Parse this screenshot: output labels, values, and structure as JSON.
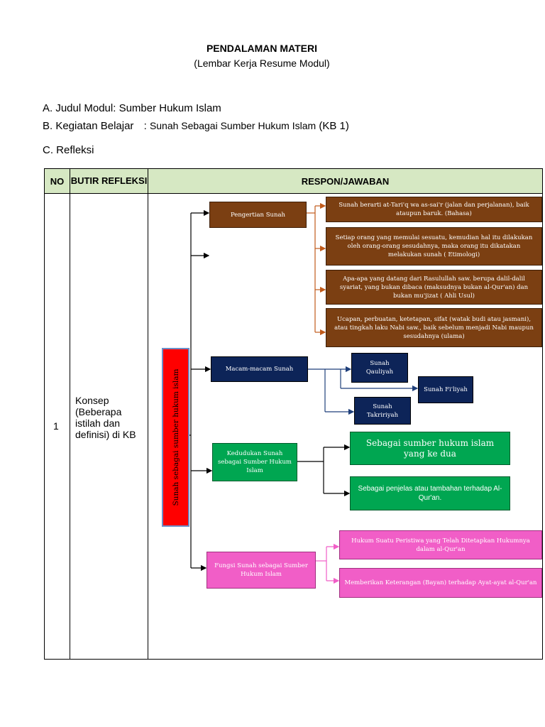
{
  "header": {
    "title": "PENDALAMAN MATERI",
    "subtitle": "(Lembar Kerja Resume Modul)"
  },
  "info": {
    "a_prefix": "A. Judul Modul",
    "a_value": ": Sumber Hukum Islam",
    "b_prefix": "B. Kegiatan Belajar",
    "b_colon": ":",
    "b_value": "Sunah Sebagai Sumber Hukum Islam",
    "b_kb": "(KB 1)",
    "c_label": "C. Refleksi"
  },
  "table": {
    "col_no": "NO",
    "col_butir": "BUTIR REFLEKSI",
    "col_respon": "RESPON/JAWABAN",
    "row_no": "1",
    "row_butir": "Konsep (Beberapa istilah dan definisi) di KB"
  },
  "diagram": {
    "root": "Sunah sebagai sumber hukum islam",
    "pengertian": {
      "label": "Pengertian Sunah",
      "items": [
        "Sunah berarti at-Tari'q wa as-sai'r (jalan dan perjalanan), baik ataupun baruk. (Bahasa)",
        "Setiap orang yang memulai sesuatu, kemudian hal itu dilakukan oleh orang-orang sesudahnya, maka orang itu dikatakan melakukan sunah ( Etimologi)",
        "Apa-apa yang datang dari Rasulullah saw. berupa dalil-dalil syariat, yang bukan dibaca (maksudnya bukan al-Qur'an) dan bukan mu'jizat ( Ahli Usul)",
        "Ucapan, perbuatan, ketetapan, sifat (watak budi atau jasmani), atau tingkah laku Nabi saw., baik sebelum menjadi Nabi maupun sesudahnya (ulama)"
      ]
    },
    "macam": {
      "label": "Macam-macam Sunah",
      "items": [
        "Sunah Qauliyah",
        "Sunah Fi'liyah",
        "Sunah Takririyah"
      ]
    },
    "kedudukan": {
      "label": "Kedudukan Sunah sebagai Sumber Hukum Islam",
      "items": [
        "Sebagai sumber hukum islam yang ke dua",
        "Sebagai penjelas atau tambahan terhadap Al-Qur'an."
      ]
    },
    "fungsi": {
      "label": "Fungsi Sunah sebagai Sumber Hukum Islam",
      "items": [
        "Hukum Suatu Peristiwa yang Telah Ditetapkan Hukumnya dalam al-Qur'an",
        "Memberikan Keterangan (Bayan) terhadap Ayat-ayat al-Qur'an"
      ]
    }
  },
  "colors": {
    "header_bg": "#d6e8c3",
    "brown": "#7b3f12",
    "navy": "#0d2458",
    "green": "#00a651",
    "pink": "#f15ec7",
    "red": "#ff0000"
  }
}
